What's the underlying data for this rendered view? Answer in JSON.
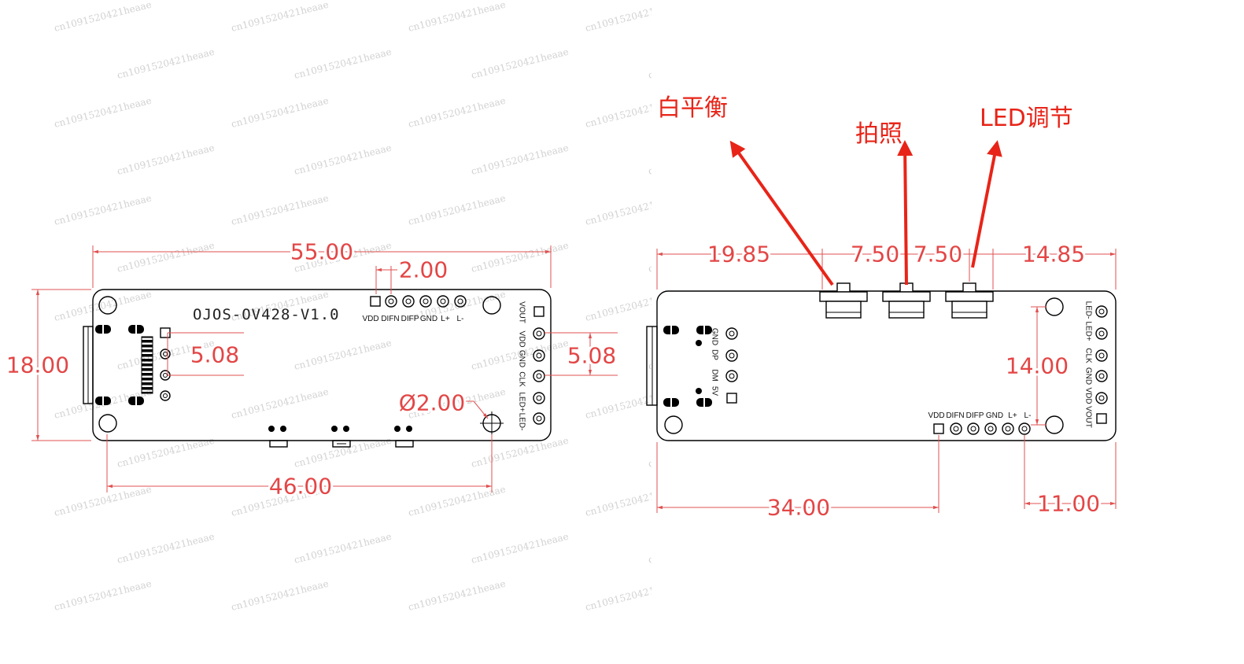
{
  "watermark": "cn1091520421heaae",
  "colors": {
    "dimension": "#e34646",
    "annotation": "#e82418",
    "outline": "#000000",
    "watermark": "#d2d2d2"
  },
  "left_board": {
    "label": "OJOS-OV428-V1.0",
    "top_pins": [
      "VDD",
      "DIFN",
      "DIFP",
      "GND",
      "L+",
      "L-"
    ],
    "side_pins": [
      "VOUT",
      "VDD",
      "GND",
      "CLK",
      "LED+",
      "LED-"
    ],
    "dimensions": {
      "width": "55.00",
      "height": "18.00",
      "top_pin_pitch": "2.00",
      "left_pin_pitch": "5.08",
      "right_pin_pitch": "5.08",
      "hole_diameter": "Ø2.00",
      "hole_spacing": "46.00"
    }
  },
  "right_board": {
    "annotations": {
      "white_balance": "白平衡",
      "photo": "拍照",
      "led_adjust": "LED调节"
    },
    "usb_pins": [
      "GND",
      "DP",
      "DM",
      "5V"
    ],
    "side_pins": [
      "LED-",
      "LED+",
      "CLK",
      "GND",
      "VDD",
      "VOUT"
    ],
    "bottom_pins": [
      "VDD",
      "DIFN",
      "DIFP",
      "GND",
      "L+",
      "L-"
    ],
    "dimensions": {
      "to_button_1": "19.85",
      "button_pitch_1": "7.50",
      "button_pitch_2": "7.50",
      "from_button_3": "14.85",
      "hole_spacing": "14.00",
      "to_bottom_pins": "34.00",
      "bottom_pins_to_edge": "11.00"
    }
  }
}
